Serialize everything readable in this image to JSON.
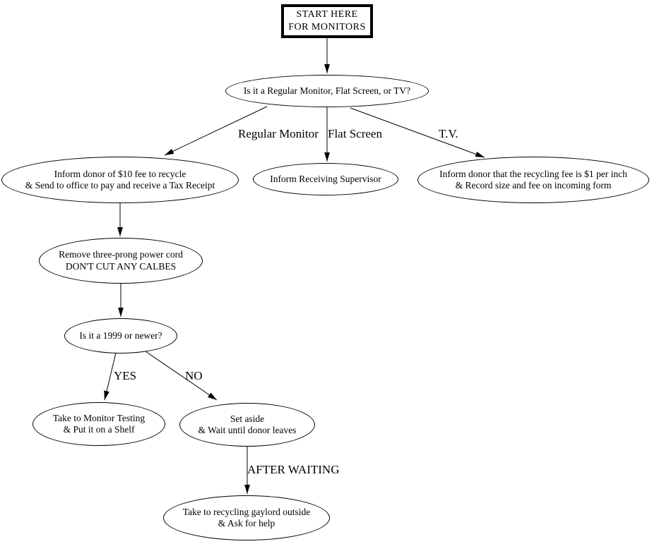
{
  "diagram": {
    "colors": {
      "ink": "#000000",
      "background": "#ffffff"
    },
    "start": {
      "line1": "START HERE",
      "line2": "FOR MONITORS"
    },
    "nodes": [
      {
        "id": "monitor-type-decision",
        "line1": "Is it a Regular Monitor, Flat Screen, or TV?"
      },
      {
        "id": "inform-ten-dollar-fee",
        "line1": "Inform donor of $10 fee to recycle",
        "line2": "& Send to office to pay and receive a Tax Receipt"
      },
      {
        "id": "inform-receiving-supervisor",
        "line1": "Inform Receiving Supervisor"
      },
      {
        "id": "inform-tv-fee",
        "line1": "Inform donor that the recycling fee is $1 per inch",
        "line2": "& Record size and fee on incoming form"
      },
      {
        "id": "remove-power-cord",
        "line1": "Remove three-prong power cord",
        "line2": "DON'T CUT ANY CALBES"
      },
      {
        "id": "year-decision",
        "line1": "Is it a 1999 or newer?"
      },
      {
        "id": "monitor-testing",
        "line1": "Take to Monitor Testing",
        "line2": "& Put it on a Shelf"
      },
      {
        "id": "set-aside",
        "line1": "Set aside",
        "line2": "& Wait until donor leaves"
      },
      {
        "id": "recycling-gaylord",
        "line1": "Take to recycling gaylord outside",
        "line2": "& Ask for help"
      }
    ],
    "edge_labels": {
      "regular_monitor": "Regular Monitor",
      "flat_screen": "Flat Screen",
      "tv": "T.V.",
      "yes": "YES",
      "no": "NO",
      "after_waiting": "AFTER WAITING"
    }
  }
}
